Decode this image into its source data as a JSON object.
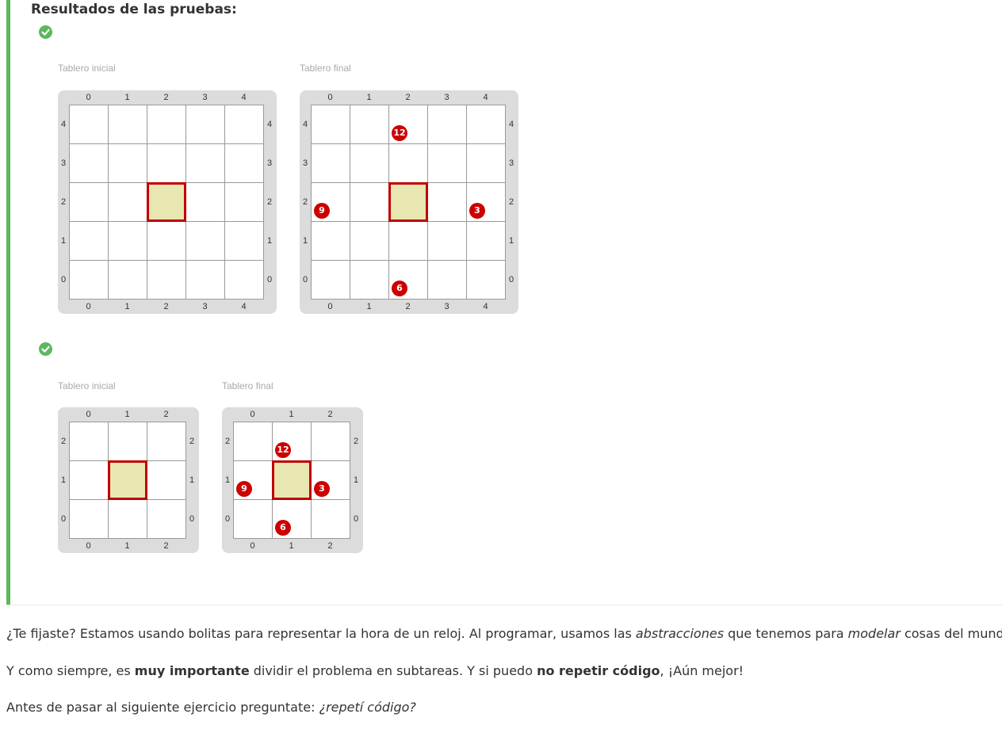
{
  "results": {
    "title": "Resultados de las pruebas:",
    "tests": [
      {
        "status": "passed",
        "initial_caption": "Tablero inicial",
        "final_caption": "Tablero final",
        "size": 5,
        "initial_highlight": [
          2,
          2
        ],
        "final_highlight": [
          2,
          2
        ],
        "balls": [
          {
            "x": 2,
            "y": 4,
            "color": "red",
            "count": "12"
          },
          {
            "x": 0,
            "y": 2,
            "color": "red",
            "count": "9"
          },
          {
            "x": 4,
            "y": 2,
            "color": "red",
            "count": "3"
          },
          {
            "x": 2,
            "y": 0,
            "color": "red",
            "count": "6"
          }
        ]
      },
      {
        "status": "passed",
        "initial_caption": "Tablero inicial",
        "final_caption": "Tablero final",
        "size": 3,
        "initial_highlight": [
          1,
          1
        ],
        "final_highlight": [
          1,
          1
        ],
        "balls": [
          {
            "x": 1,
            "y": 2,
            "color": "red",
            "count": "12"
          },
          {
            "x": 0,
            "y": 1,
            "color": "red",
            "count": "9"
          },
          {
            "x": 2,
            "y": 1,
            "color": "red",
            "count": "3"
          },
          {
            "x": 1,
            "y": 0,
            "color": "red",
            "count": "6"
          }
        ]
      }
    ]
  },
  "paragraphs": {
    "p1": {
      "a": "¿Te fijaste? Estamos usando bolitas para representar la hora de un reloj. Al programar, usamos las ",
      "b": "abstracciones",
      "c": " que tenemos para ",
      "d": "modelar",
      "e": " cosas del mundo real."
    },
    "p2": {
      "a": "Y como siempre, es ",
      "b": "muy importante",
      "c": " dividir el problema en subtareas. Y si puedo ",
      "d": "no repetir código",
      "e": ", ¡Aún mejor!"
    },
    "p3": {
      "a": "Antes de pasar al siguiente ejercicio preguntate: ",
      "b": "¿repetí código?"
    }
  },
  "colors": {
    "success": "#5cb85c",
    "ball_red": "#cc0000",
    "highlight_border": "#c00000",
    "highlight_fill": "#e8e6b1",
    "board_frame": "#dcdcdc"
  }
}
